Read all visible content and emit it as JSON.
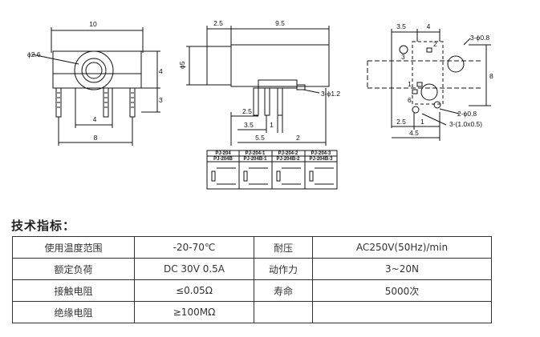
{
  "drawing": {
    "front_view": {
      "width": "10",
      "hole_diameter": "ϕ2.6",
      "height_upper": "4",
      "height_lower": "3",
      "pin_spacing": "4",
      "overall_width": "8"
    },
    "side_view": {
      "front_length": "2.5",
      "body_length": "9.5",
      "diameter": "ϕ5",
      "pin_hole": "3-ϕ1.2",
      "dim_2_5": "2.5",
      "dim_3_5": "3.5",
      "dim_1": "1",
      "dim_5_5": "5.5",
      "dim_2": "2"
    },
    "pcb_layout": {
      "dim_3_5": "3.5",
      "dim_4": "4",
      "dim_2": "2",
      "dim_3": "3",
      "hole_large": "3-ϕ0.8",
      "dim_8": "8",
      "dim_1": "1",
      "dim_6": "6",
      "hole_small": "2-ϕ0.8",
      "slot": "3-(1.0x0.5)",
      "dim_2_5": "2.5",
      "dim_1b": "1",
      "dim_4_5": "4.5"
    },
    "models": {
      "row1": [
        "PJ-204",
        "PJ-204-1",
        "PJ-204-2",
        "PJ-204-3"
      ],
      "row2": [
        "PJ-204B",
        "PJ-204B-1",
        "PJ-204B-2",
        "PJ-204B-3"
      ]
    }
  },
  "specs": {
    "title": "技术指标：",
    "rows": [
      [
        "使用温度范围",
        "-20-70℃",
        "耐压",
        "AC250V(50Hz)/min"
      ],
      [
        "额定负荷",
        "DC 30V 0.5A",
        "动作力",
        "3~20N"
      ],
      [
        "接触电阻",
        "≤0.05Ω",
        "寿命",
        "5000次"
      ],
      [
        "绝缘电阻",
        "≥100MΩ",
        "",
        ""
      ]
    ]
  }
}
